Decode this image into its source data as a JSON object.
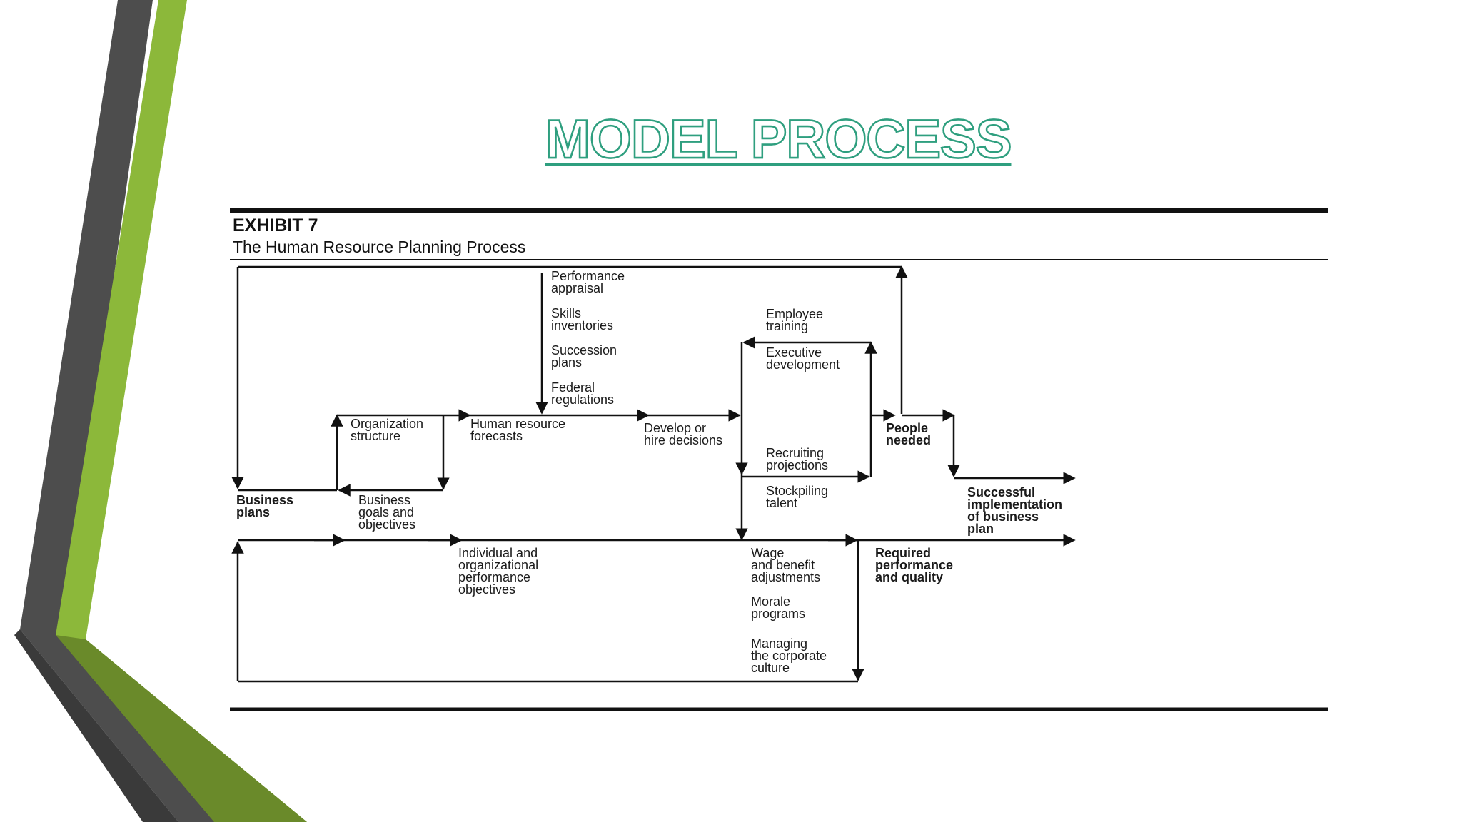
{
  "slide": {
    "title": "MODEL PROCESS"
  },
  "exhibit": {
    "id": "EXHIBIT 7",
    "caption": "The Human Resource Planning Process"
  },
  "nodes": {
    "business_plans": "Business\nplans",
    "organization_structure": "Organization\nstructure",
    "business_goals": "Business\ngoals and\nobjectives",
    "hr_forecasts": "Human resource\nforecasts",
    "performance_appraisal": "Performance\nappraisal",
    "skills_inventories": "Skills\ninventories",
    "succession_plans": "Succession\nplans",
    "federal_regulations": "Federal\nregulations",
    "develop_hire": "Develop or\nhire decisions",
    "employee_training": "Employee\ntraining",
    "executive_development": "Executive\ndevelopment",
    "recruiting_projections": "Recruiting\nprojections",
    "stockpiling_talent": "Stockpiling\ntalent",
    "people_needed": "People\nneeded",
    "successful_implementation": "Successful\nimplementation\nof business\nplan",
    "individual_objectives": "Individual and\norganizational\nperformance\nobjectives",
    "wage_adjustments": "Wage\nand benefit\nadjustments",
    "morale_programs": "Morale\nprograms",
    "managing_culture": "Managing\nthe corporate\nculture",
    "required_performance": "Required\nperformance\nand quality"
  },
  "colors": {
    "title_outline": "#2f9f7f",
    "accent_green": "#8cb83a",
    "accent_dark_green": "#6a8a2a",
    "accent_gray": "#4a4a4a",
    "line": "#111111"
  }
}
